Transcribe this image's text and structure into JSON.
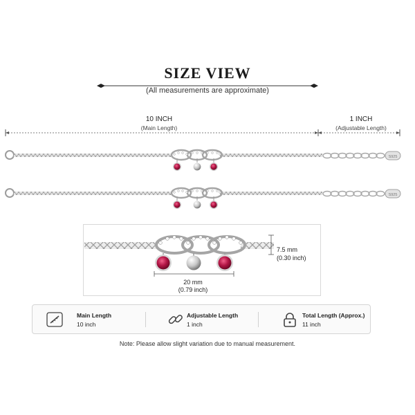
{
  "page": {
    "title": "SIZE VIEW",
    "subtitle": "(All measurements are approximate)"
  },
  "dimensions": {
    "main": {
      "value": "10 INCH",
      "caption": "(Main Length)"
    },
    "adjustable": {
      "value": "1 INCH",
      "caption": "(Adjustable Length)"
    }
  },
  "detail": {
    "height": {
      "mm": "7.5 mm",
      "inch": "(0.30 inch)"
    },
    "width": {
      "mm": "20 mm",
      "inch": "(0.79 inch)"
    }
  },
  "info": [
    {
      "icon": "ruler-icon",
      "label": "Main Length",
      "value": "10 inch"
    },
    {
      "icon": "chain-link-icon",
      "label": "Adjustable Length",
      "value": "1 inch"
    },
    {
      "icon": "lock-icon",
      "label": "Total Length (Approx.)",
      "value": "11 inch"
    }
  ],
  "note": "Note: Please allow slight variation due to manual measurement.",
  "stamp": "S925",
  "colors": {
    "silver": "#c9c9c9",
    "ruby": "#b21545",
    "ruby_dark": "#7d0a2c",
    "text": "#222222"
  }
}
